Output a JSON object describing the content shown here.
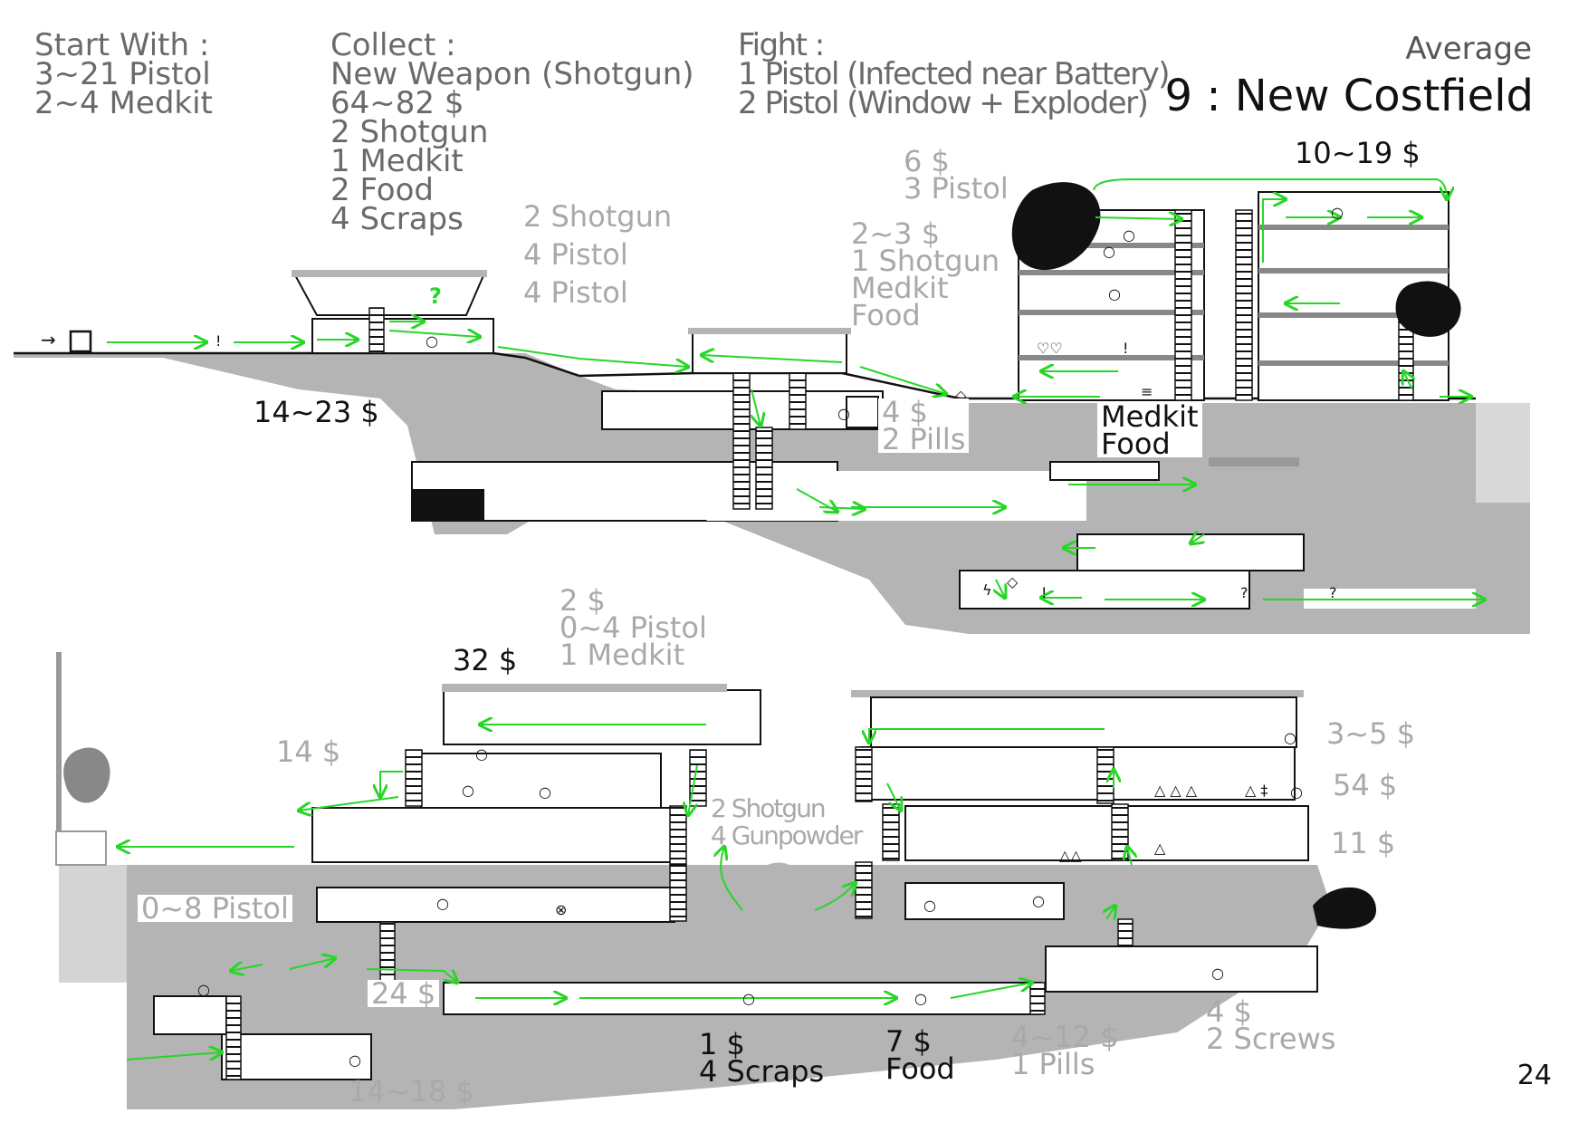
{
  "header": {
    "difficulty": "Average",
    "title": "9 : New Costfield",
    "page_number": "24",
    "start_with": {
      "heading": "Start With :",
      "items": [
        "3~21 Pistol",
        "2~4 Medkit"
      ]
    },
    "collect": {
      "heading": "Collect :",
      "items": [
        "New Weapon (Shotgun)",
        "64~82 $",
        "2 Shotgun",
        "1 Medkit",
        "2 Food",
        "4 Scraps"
      ]
    },
    "fight": {
      "heading": "Fight :",
      "items": [
        "1 Pistol (Infected near Battery)",
        "2 Pistol (Window + Exploder)"
      ]
    }
  },
  "labels": {
    "l01": [
      "2 Shotgun"
    ],
    "l02": [
      "4 Pistol"
    ],
    "l03": [
      "4 Pistol"
    ],
    "l04": [
      "6 $",
      "3 Pistol"
    ],
    "l05": [
      "2~3 $",
      "1 Shotgun",
      "Medkit",
      "Food"
    ],
    "l06": [
      "10~19 $"
    ],
    "l07": [
      "14~23 $"
    ],
    "l08": [
      "4 $",
      "2 Pills"
    ],
    "l09": [
      "Medkit",
      "Food"
    ],
    "l10": [
      "2 $",
      "0~4 Pistol",
      "1 Medkit"
    ],
    "l11": [
      "32 $"
    ],
    "l12": [
      "14 $"
    ],
    "l13": [
      "2 Shotgun",
      "4 Gunpowder"
    ],
    "l14": [
      "3~5 $"
    ],
    "l15": [
      "54 $"
    ],
    "l16": [
      "11 $"
    ],
    "l17": [
      "0~8 Pistol"
    ],
    "l18": [
      "24 $"
    ],
    "l19": [
      "14~18 $"
    ],
    "l20": [
      "1 $",
      "4 Scraps"
    ],
    "l21": [
      "7 $",
      "Food"
    ],
    "l22": [
      "4~12 $",
      "1 Pills"
    ],
    "l23": [
      "4 $",
      "2 Screws"
    ]
  },
  "colors": {
    "ground": "#b4b4b4",
    "path": "#27d627",
    "wall": "#111111",
    "muted_text": "#a9a9a9"
  }
}
